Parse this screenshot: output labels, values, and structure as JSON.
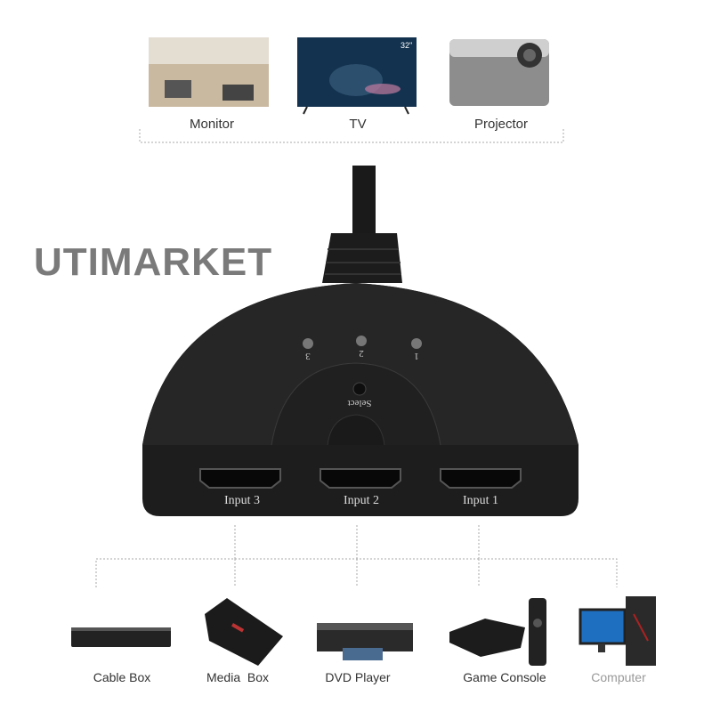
{
  "brand": "UTIMARKET",
  "outputs": [
    {
      "label": "Monitor",
      "icon": "monitor-icon"
    },
    {
      "label": "TV",
      "icon": "tv-icon",
      "badge": "32\""
    },
    {
      "label": "Projector",
      "icon": "projector-icon"
    }
  ],
  "switch": {
    "leds": [
      "3",
      "2",
      "1"
    ],
    "select_label": "Select",
    "ports": [
      "Input 3",
      "Input 2",
      "Input 1"
    ]
  },
  "inputs": [
    {
      "label": "Cable Box",
      "icon": "cable-box-icon"
    },
    {
      "label": "Media  Box",
      "icon": "media-box-icon"
    },
    {
      "label": "DVD Player",
      "icon": "dvd-player-icon"
    },
    {
      "label": "Game Console",
      "icon": "game-console-icon"
    },
    {
      "label": "Computer",
      "icon": "computer-icon"
    }
  ]
}
